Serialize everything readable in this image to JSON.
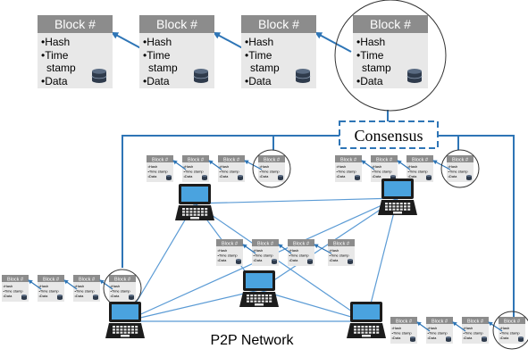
{
  "diagram": {
    "block": {
      "title": "Block #",
      "hash": "•Hash",
      "time": "•Time",
      "stamp": "stamp",
      "data": "•Data",
      "small_hash": "•Hash",
      "small_time": "•Time stamp",
      "small_data": "•Data"
    },
    "consensus_label": "Consensus",
    "network_label": "P2P Network",
    "colors": {
      "block_header": "#8c8c8c",
      "block_body": "#e8e8e8",
      "arrow": "#2e75b6",
      "network_line": "#5b9bd5",
      "laptop_screen": "#4aa3df"
    },
    "icons": [
      "database-icon",
      "laptop-icon"
    ]
  }
}
